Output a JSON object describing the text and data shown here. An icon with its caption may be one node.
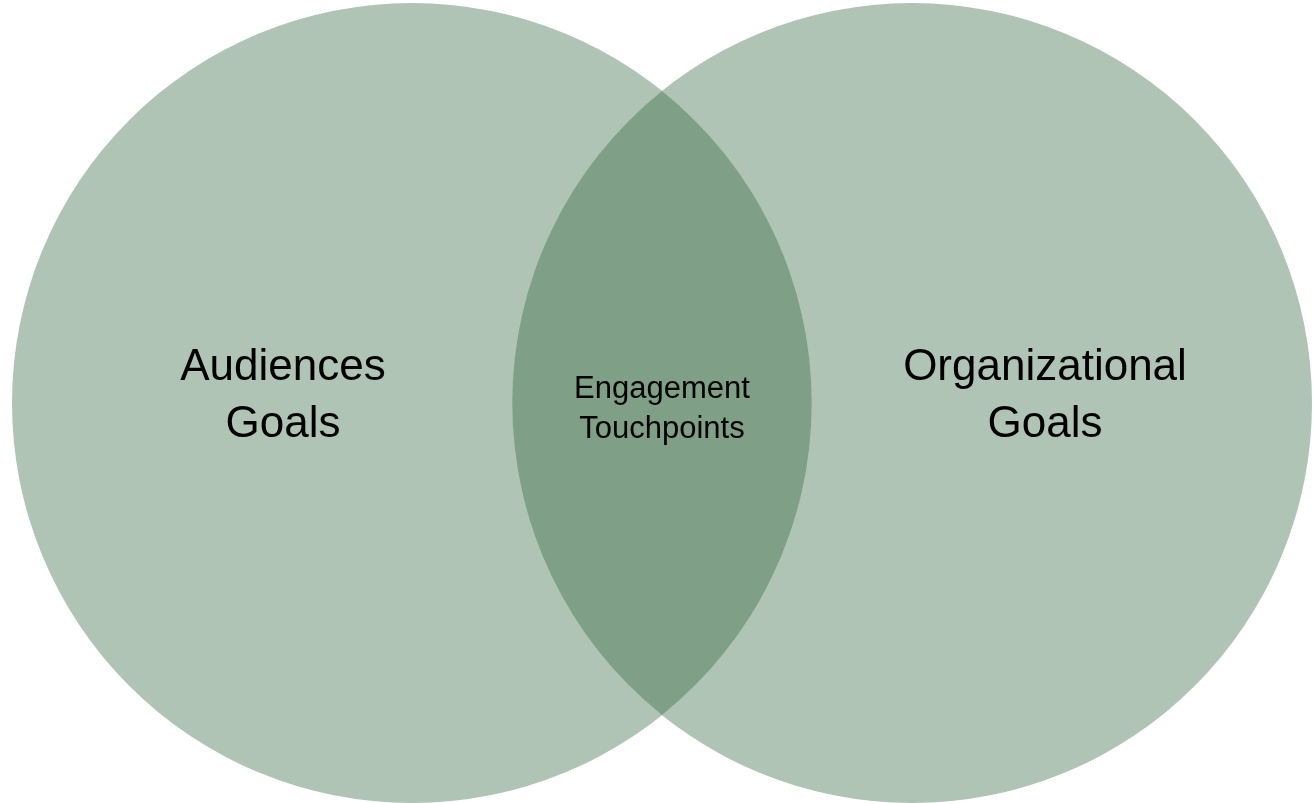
{
  "diagram": {
    "nodes": [
      {
        "text": [
          "Audiences Goals"
        ]
      },
      {
        "text": [
          "Organizational Goals"
        ]
      },
      {
        "text": [
          "Engagement Touchpoints"
        ]
      }
    ]
  }
}
